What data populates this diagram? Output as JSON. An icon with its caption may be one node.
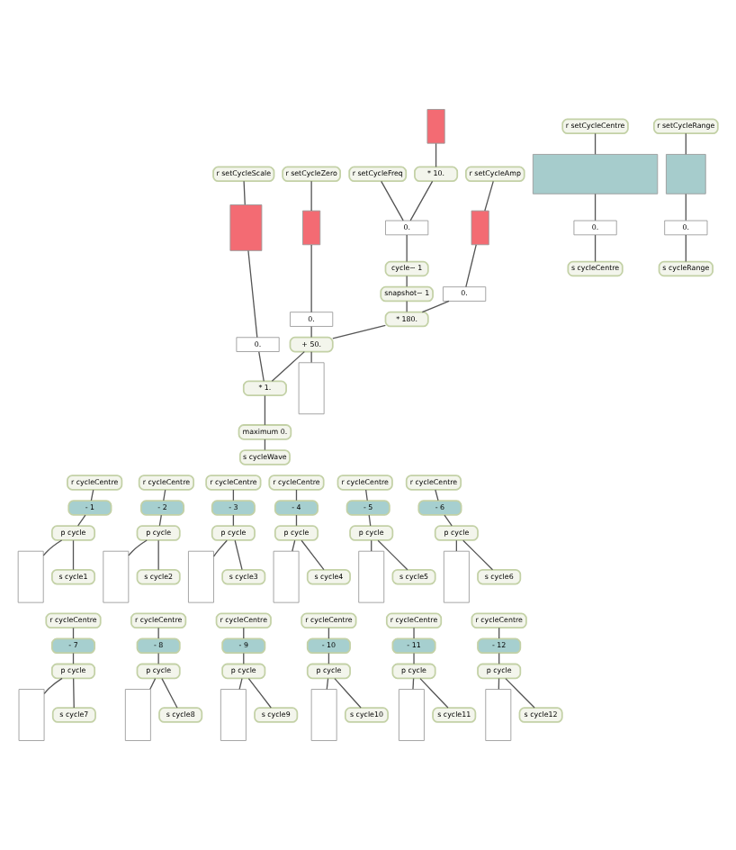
{
  "diagram": {
    "nodes": [
      {
        "text": [],
        "shape": "bar"
      },
      {
        "text": [
          "* 10."
        ]
      },
      {
        "text": [
          "r setCycleFreq"
        ]
      },
      {
        "text": [
          "0."
        ]
      },
      {
        "text": [
          "cycle~ 1"
        ]
      },
      {
        "text": [
          "snapshot~ 1"
        ]
      },
      {
        "text": [
          "* 180."
        ]
      },
      {
        "text": [
          "+ 50."
        ]
      },
      {
        "text": [
          "r setCycleZero"
        ]
      },
      {
        "text": [
          "r setCycleAmp"
        ]
      },
      {
        "text": [],
        "shape": "bar"
      },
      {
        "text": [],
        "shape": "bar"
      },
      {
        "text": [
          "0."
        ]
      },
      {
        "text": [
          "0."
        ]
      },
      {
        "text": [
          "r setCycleScale"
        ]
      },
      {
        "text": [],
        "shape": "bar"
      },
      {
        "text": [
          "0."
        ]
      },
      {
        "text": [],
        "shape": "bar"
      },
      {
        "text": [
          "* 1."
        ]
      },
      {
        "text": [
          "maximum 0."
        ]
      },
      {
        "text": [
          "s cycleWave"
        ]
      },
      {
        "text": [
          "r setCycleCentre"
        ]
      },
      {
        "text": [],
        "shape": "bar"
      },
      {
        "text": [
          "0."
        ]
      },
      {
        "text": [
          "s cycleCentre"
        ]
      },
      {
        "text": [
          "r setCycleRange"
        ]
      },
      {
        "text": [],
        "shape": "bar"
      },
      {
        "text": [
          "0."
        ]
      },
      {
        "text": [
          "s cycleRange"
        ]
      },
      {
        "text": [
          "r cycleCentre"
        ]
      },
      {
        "text": [
          "- 1"
        ]
      },
      {
        "text": [
          "p cycle"
        ]
      },
      {
        "text": [],
        "shape": "bar"
      },
      {
        "text": [
          "s cycle1"
        ]
      },
      {
        "text": [
          "r cycleCentre"
        ]
      },
      {
        "text": [
          "- 2"
        ]
      },
      {
        "text": [
          "p cycle"
        ]
      },
      {
        "text": [],
        "shape": "bar"
      },
      {
        "text": [
          "s cycle2"
        ]
      },
      {
        "text": [
          "r cycleCentre"
        ]
      },
      {
        "text": [
          "- 3"
        ]
      },
      {
        "text": [
          "p cycle"
        ]
      },
      {
        "text": [],
        "shape": "bar"
      },
      {
        "text": [
          "s cycle3"
        ]
      },
      {
        "text": [
          "r cycleCentre"
        ]
      },
      {
        "text": [
          "- 4"
        ]
      },
      {
        "text": [
          "p cycle"
        ]
      },
      {
        "text": [],
        "shape": "bar"
      },
      {
        "text": [
          "s cycle4"
        ]
      },
      {
        "text": [
          "r cycleCentre"
        ]
      },
      {
        "text": [
          "- 5"
        ]
      },
      {
        "text": [
          "p cycle"
        ]
      },
      {
        "text": [],
        "shape": "bar"
      },
      {
        "text": [
          "s cycle5"
        ]
      },
      {
        "text": [
          "r cycleCentre"
        ]
      },
      {
        "text": [
          "- 6"
        ]
      },
      {
        "text": [
          "p cycle"
        ]
      },
      {
        "text": [],
        "shape": "bar"
      },
      {
        "text": [
          "s cycle6"
        ]
      },
      {
        "text": [
          "r cycleCentre"
        ]
      },
      {
        "text": [
          "- 7"
        ]
      },
      {
        "text": [
          "p cycle"
        ]
      },
      {
        "text": [],
        "shape": "bar"
      },
      {
        "text": [
          "s cycle7"
        ]
      },
      {
        "text": [
          "r cycleCentre"
        ]
      },
      {
        "text": [
          "- 8"
        ]
      },
      {
        "text": [
          "p cycle"
        ]
      },
      {
        "text": [],
        "shape": "bar"
      },
      {
        "text": [
          "s cycle8"
        ]
      },
      {
        "text": [
          "r cycleCentre"
        ]
      },
      {
        "text": [
          "- 9"
        ]
      },
      {
        "text": [
          "p cycle"
        ]
      },
      {
        "text": [],
        "shape": "bar"
      },
      {
        "text": [
          "s cycle9"
        ]
      },
      {
        "text": [
          "r cycleCentre"
        ]
      },
      {
        "text": [
          "- 10"
        ]
      },
      {
        "text": [
          "p cycle"
        ]
      },
      {
        "text": [],
        "shape": "bar"
      },
      {
        "text": [
          "s cycle10"
        ]
      },
      {
        "text": [
          "r cycleCentre"
        ]
      },
      {
        "text": [
          "- 11"
        ]
      },
      {
        "text": [
          "p cycle"
        ]
      },
      {
        "text": [],
        "shape": "bar"
      },
      {
        "text": [
          "s cycle11"
        ]
      },
      {
        "text": [
          "r cycleCentre"
        ]
      },
      {
        "text": [
          "- 12"
        ]
      },
      {
        "text": [
          "p cycle"
        ]
      },
      {
        "text": [],
        "shape": "bar"
      },
      {
        "text": [
          "s cycle12"
        ]
      }
    ],
    "edges": [
      {
        "from": 0,
        "to": 1,
        "arrow": "none"
      },
      {
        "from": 1,
        "to": 3,
        "arrow": "none"
      },
      {
        "from": 2,
        "to": 3,
        "arrow": "none"
      },
      {
        "from": 3,
        "to": 4,
        "arrow": "none"
      },
      {
        "from": 4,
        "to": 5,
        "arrow": "none"
      },
      {
        "from": 5,
        "to": 6,
        "arrow": "none"
      },
      {
        "from": 6,
        "to": 7,
        "arrow": "none"
      },
      {
        "from": 9,
        "to": 10,
        "arrow": "none"
      },
      {
        "from": 10,
        "to": 12,
        "arrow": "none"
      },
      {
        "from": 8,
        "to": 11,
        "arrow": "none"
      },
      {
        "from": 11,
        "to": 13,
        "arrow": "none"
      },
      {
        "from": 12,
        "to": 6,
        "arrow": "none"
      },
      {
        "from": 13,
        "to": 7,
        "arrow": "none"
      },
      {
        "from": 14,
        "to": 15,
        "arrow": "none"
      },
      {
        "from": 15,
        "to": 16,
        "arrow": "none"
      },
      {
        "from": 7,
        "to": 17,
        "arrow": "none"
      },
      {
        "from": 7,
        "to": 18,
        "arrow": "none"
      },
      {
        "from": 16,
        "to": 18,
        "arrow": "none"
      },
      {
        "from": 18,
        "to": 19,
        "arrow": "none"
      },
      {
        "from": 19,
        "to": 20,
        "arrow": "none"
      },
      {
        "from": 21,
        "to": 22,
        "arrow": "none"
      },
      {
        "from": 22,
        "to": 23,
        "arrow": "none"
      },
      {
        "from": 23,
        "to": 24,
        "arrow": "none"
      },
      {
        "from": 25,
        "to": 26,
        "arrow": "none"
      },
      {
        "from": 26,
        "to": 27,
        "arrow": "none"
      },
      {
        "from": 27,
        "to": 28,
        "arrow": "none"
      },
      {
        "from": 29,
        "to": 30,
        "arrow": "none"
      },
      {
        "from": 30,
        "to": 31,
        "arrow": "none"
      },
      {
        "from": 31,
        "to": 32,
        "arrow": "none"
      },
      {
        "from": 31,
        "to": 33,
        "arrow": "none"
      },
      {
        "from": 34,
        "to": 35,
        "arrow": "none"
      },
      {
        "from": 35,
        "to": 36,
        "arrow": "none"
      },
      {
        "from": 36,
        "to": 37,
        "arrow": "none"
      },
      {
        "from": 36,
        "to": 38,
        "arrow": "none"
      },
      {
        "from": 39,
        "to": 40,
        "arrow": "none"
      },
      {
        "from": 40,
        "to": 41,
        "arrow": "none"
      },
      {
        "from": 41,
        "to": 42,
        "arrow": "none"
      },
      {
        "from": 41,
        "to": 43,
        "arrow": "none"
      },
      {
        "from": 44,
        "to": 45,
        "arrow": "none"
      },
      {
        "from": 45,
        "to": 46,
        "arrow": "none"
      },
      {
        "from": 46,
        "to": 47,
        "arrow": "none"
      },
      {
        "from": 46,
        "to": 48,
        "arrow": "none"
      },
      {
        "from": 49,
        "to": 50,
        "arrow": "none"
      },
      {
        "from": 50,
        "to": 51,
        "arrow": "none"
      },
      {
        "from": 51,
        "to": 52,
        "arrow": "none"
      },
      {
        "from": 51,
        "to": 53,
        "arrow": "none"
      },
      {
        "from": 54,
        "to": 55,
        "arrow": "none"
      },
      {
        "from": 55,
        "to": 56,
        "arrow": "none"
      },
      {
        "from": 56,
        "to": 57,
        "arrow": "none"
      },
      {
        "from": 56,
        "to": 58,
        "arrow": "none"
      },
      {
        "from": 59,
        "to": 60,
        "arrow": "none"
      },
      {
        "from": 60,
        "to": 61,
        "arrow": "none"
      },
      {
        "from": 61,
        "to": 62,
        "arrow": "none"
      },
      {
        "from": 61,
        "to": 63,
        "arrow": "none"
      },
      {
        "from": 64,
        "to": 65,
        "arrow": "none"
      },
      {
        "from": 65,
        "to": 66,
        "arrow": "none"
      },
      {
        "from": 66,
        "to": 67,
        "arrow": "none"
      },
      {
        "from": 66,
        "to": 68,
        "arrow": "none"
      },
      {
        "from": 69,
        "to": 70,
        "arrow": "none"
      },
      {
        "from": 70,
        "to": 71,
        "arrow": "none"
      },
      {
        "from": 71,
        "to": 72,
        "arrow": "none"
      },
      {
        "from": 71,
        "to": 73,
        "arrow": "none"
      },
      {
        "from": 74,
        "to": 75,
        "arrow": "none"
      },
      {
        "from": 75,
        "to": 76,
        "arrow": "none"
      },
      {
        "from": 76,
        "to": 77,
        "arrow": "none"
      },
      {
        "from": 76,
        "to": 78,
        "arrow": "none"
      },
      {
        "from": 79,
        "to": 80,
        "arrow": "none"
      },
      {
        "from": 80,
        "to": 81,
        "arrow": "none"
      },
      {
        "from": 81,
        "to": 82,
        "arrow": "none"
      },
      {
        "from": 81,
        "to": 83,
        "arrow": "none"
      },
      {
        "from": 84,
        "to": 85,
        "arrow": "none"
      },
      {
        "from": 85,
        "to": 86,
        "arrow": "none"
      },
      {
        "from": 86,
        "to": 87,
        "arrow": "none"
      },
      {
        "from": 86,
        "to": 88,
        "arrow": "none"
      }
    ]
  }
}
